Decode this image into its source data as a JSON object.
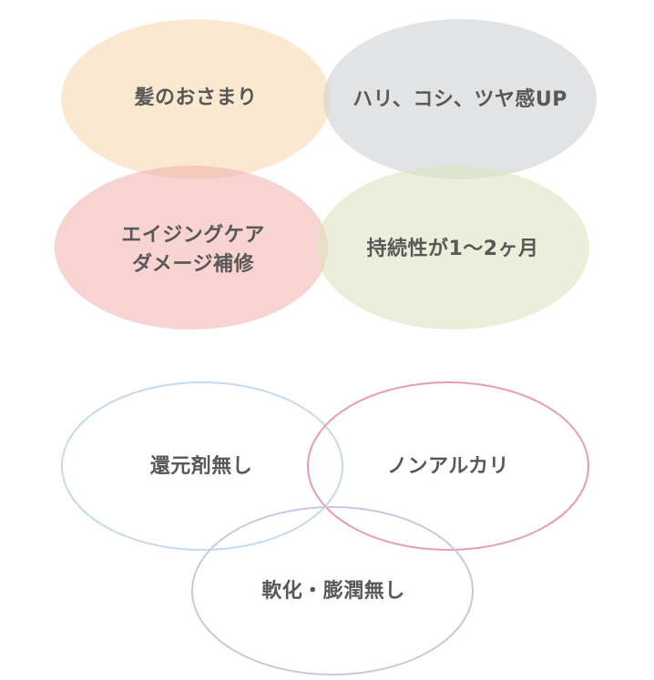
{
  "benefits": {
    "items": [
      {
        "label": "髪のおさまり",
        "color": "#f9d8b0"
      },
      {
        "label": "ハリ、コシ、ツヤ感UP",
        "color": "#cfd0d3"
      },
      {
        "label_lines": [
          "エイジングケア",
          "ダメージ補修"
        ],
        "color": "#f2b6b3"
      },
      {
        "label": "持続性が1～2ヶ月",
        "color": "#dde4bf"
      }
    ]
  },
  "features": {
    "items": [
      {
        "label": "還元剤無し",
        "color": "#c4d9ee"
      },
      {
        "label": "ノンアルカリ",
        "color": "#e79bb0"
      },
      {
        "label": "軟化・膨潤無し",
        "color": "#c9c6df"
      }
    ]
  },
  "text_color": "#595757"
}
